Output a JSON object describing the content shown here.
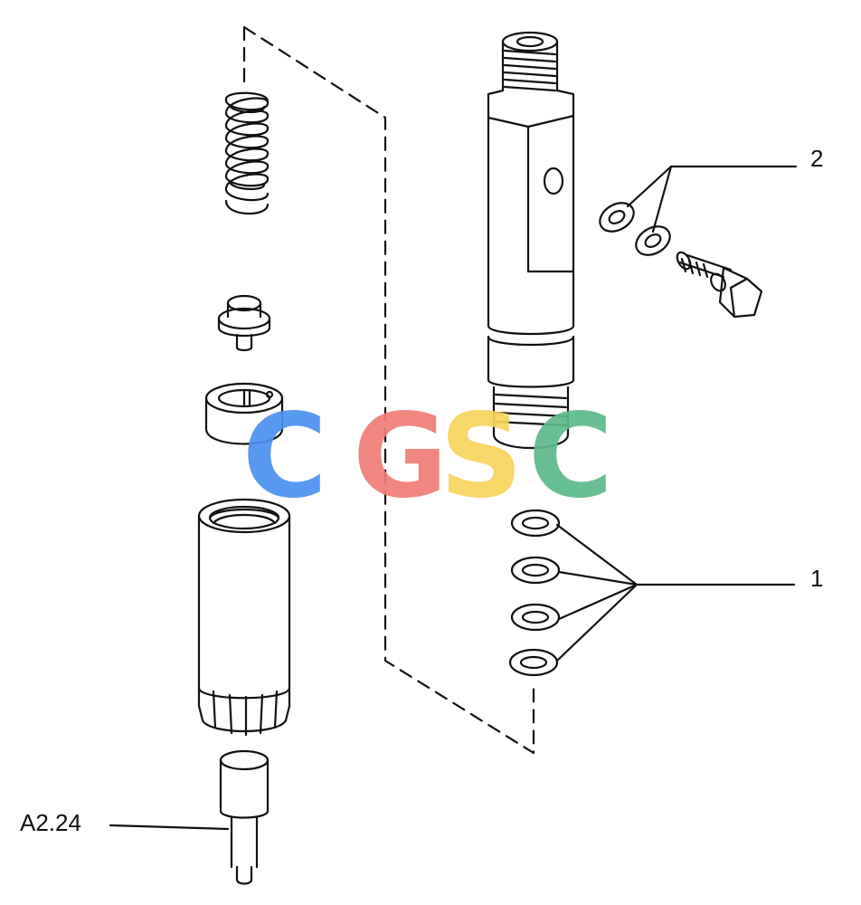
{
  "callouts": {
    "washers_injector_seat": "1",
    "washers_banjo_bolt": "2",
    "reference": "A2.24"
  },
  "watermark": {
    "letters": [
      "C",
      "G",
      "S",
      "C"
    ],
    "colors": [
      "#4a90f0",
      "#f07c74",
      "#f7d25a",
      "#5bb88a"
    ]
  },
  "colors": {
    "line": "#111111",
    "background": "#ffffff"
  }
}
